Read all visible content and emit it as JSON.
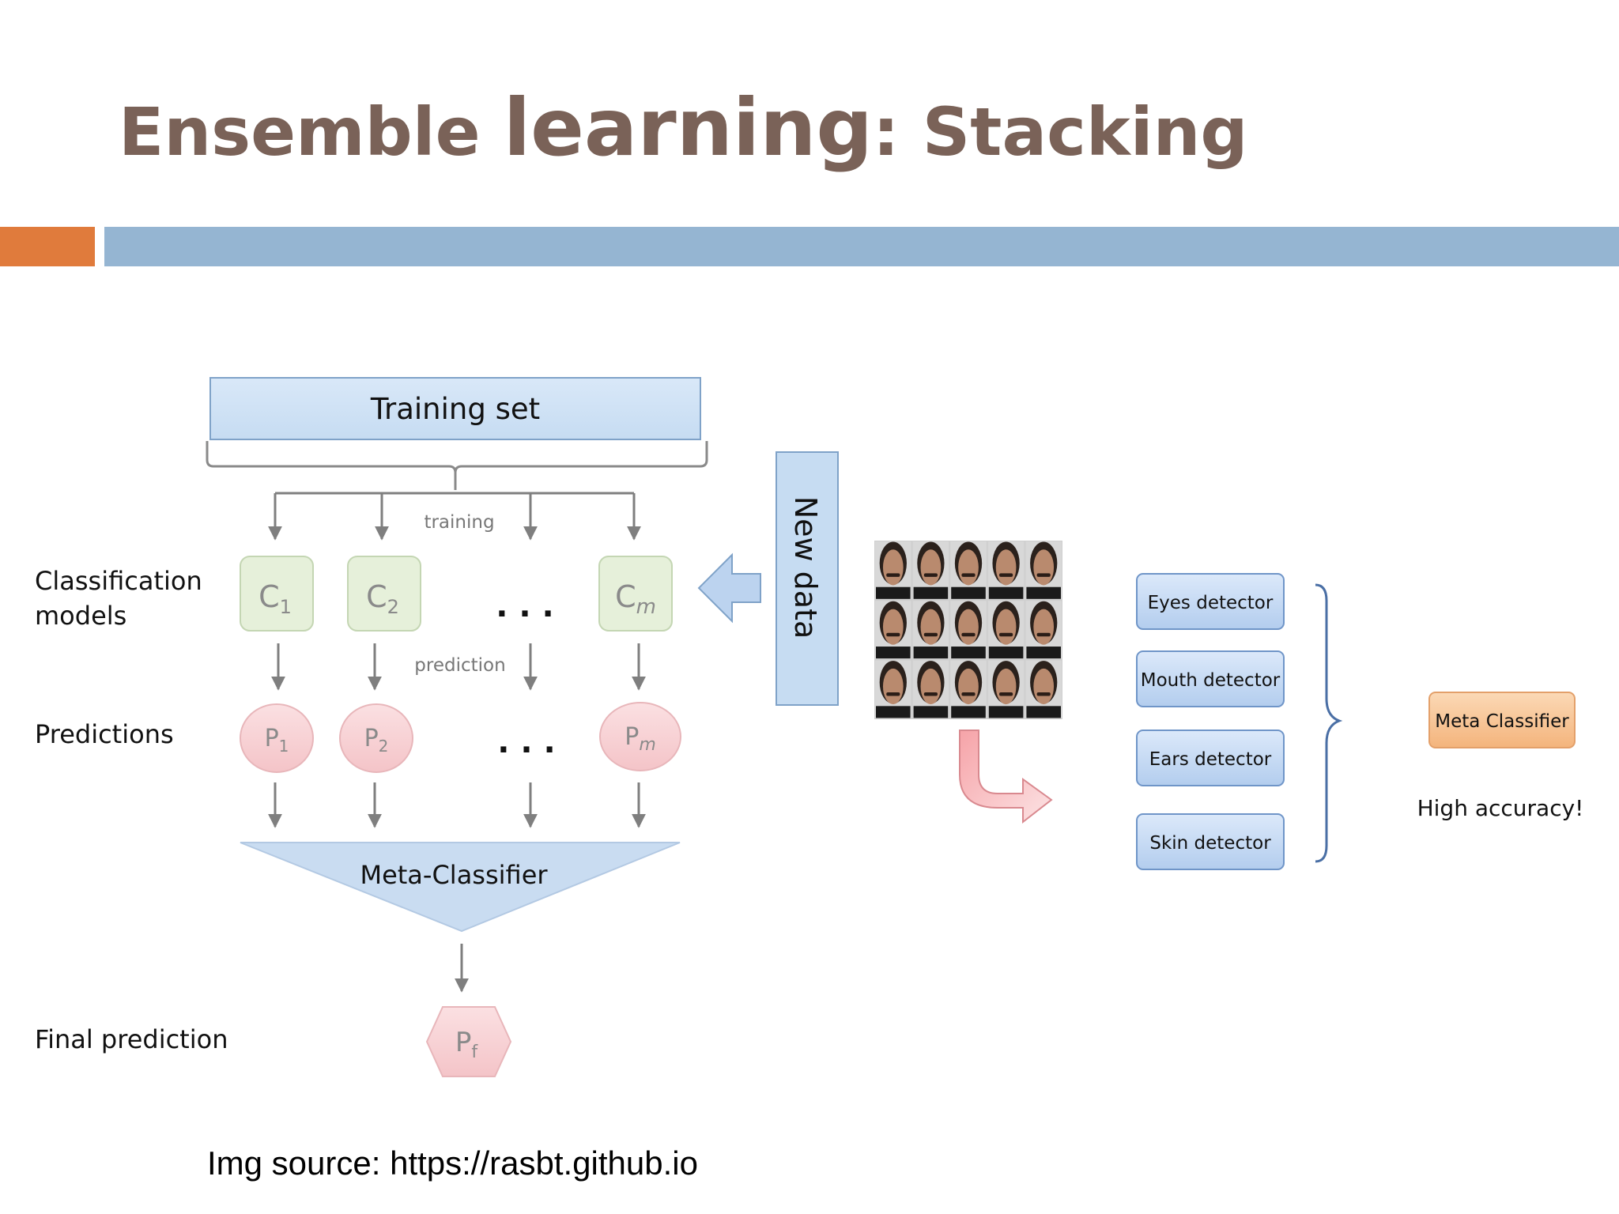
{
  "slide": {
    "title_part1": "Ensemble ",
    "title_part2": "learning",
    "title_part3": ": Stacking",
    "source": "Img source: https://rasbt.github.io"
  },
  "left_diagram": {
    "training_set": "Training set",
    "training_label": "training",
    "prediction_label": "prediction",
    "row_labels": {
      "classification_line1": "Classification",
      "classification_line2": "models",
      "predictions": "Predictions",
      "final_prediction": "Final prediction"
    },
    "classifiers": [
      {
        "base": "C",
        "sub": "1"
      },
      {
        "base": "C",
        "sub": "2"
      },
      {
        "base": "C",
        "sub": "m"
      }
    ],
    "predictions": [
      {
        "base": "P",
        "sub": "1"
      },
      {
        "base": "P",
        "sub": "2"
      },
      {
        "base": "P",
        "sub": "m"
      }
    ],
    "ellipsis": ". . .",
    "meta_classifier": "Meta-Classifier",
    "final": {
      "base": "P",
      "sub": "f"
    },
    "new_data": "New data"
  },
  "right_diagram": {
    "detectors": [
      "Eyes detector",
      "Mouth detector",
      "Ears detector",
      "Skin detector"
    ],
    "meta_classifier": "Meta Classifier",
    "result": "High accuracy!"
  },
  "colors": {
    "title": "#7a6258",
    "orange_bar": "#e07b3c",
    "blue_bar": "#95b5d2",
    "training_box": "#cfe2f5",
    "classifier_fill": "#e6f0da",
    "prediction_fill": "#f7d6d8",
    "detector_fill": "#c4d9f4",
    "meta_fill": "#f8c79a",
    "arrow_grey": "#7f7f7f"
  }
}
